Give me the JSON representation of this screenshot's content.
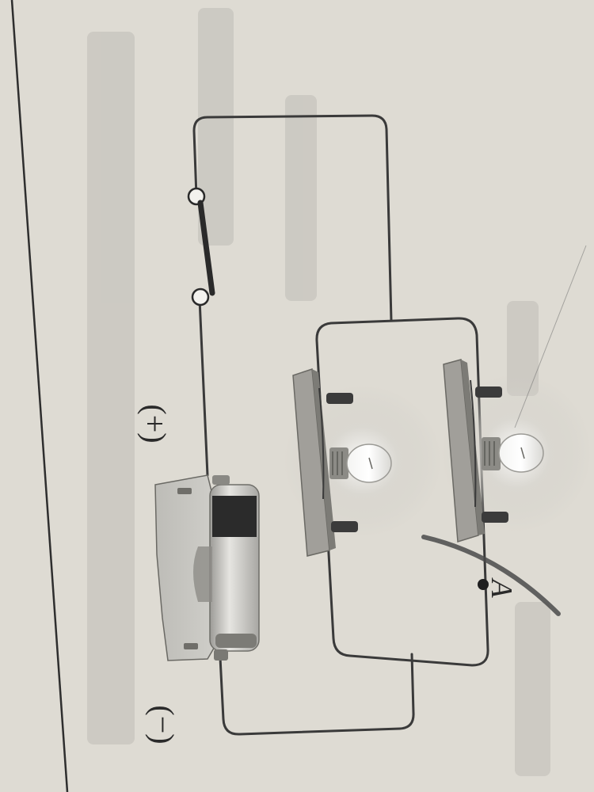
{
  "labels": {
    "positive": "(+)",
    "negative": "(−)",
    "point": "A"
  },
  "components": {
    "battery": "battery-cell",
    "switch": "knife-switch",
    "bulbs": [
      "bulb-upper",
      "bulb-lower"
    ]
  },
  "colors": {
    "paper": "#dedbd3",
    "wire": "#3a3a3a",
    "board": "#9a9893",
    "battery_dark": "#2b2b2b"
  }
}
